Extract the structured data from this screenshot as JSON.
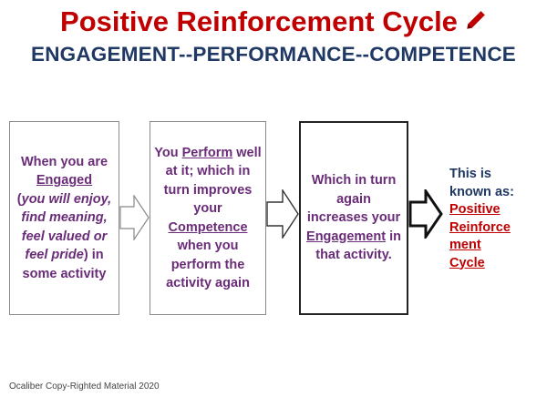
{
  "title": "Positive Reinforcement Cycle",
  "subtitle": "ENGAGEMENT--PERFORMANCE--COMPETENCE",
  "box1": {
    "t1": "When you are",
    "t2": "Engaged",
    "t3": "(",
    "t4": "you will enjoy, find meaning, feel valued or feel pride",
    "t5": ") in some activity"
  },
  "box2": {
    "t1": "You ",
    "t2": "Perform",
    "t3": " well at it; which in turn improves your ",
    "t4": "Competence",
    "t5": " when you perform the activity again"
  },
  "box3": {
    "t1": "Which in turn again increases your ",
    "t2": "Engagement",
    "t3": " in that activity."
  },
  "known": {
    "line1": "This is",
    "line2": "known as:",
    "r1": "Positive",
    "r2": "Reinforce",
    "r3": "ment",
    "r4": "Cycle"
  },
  "footer": "Ocaliber Copy-Righted Material 2020",
  "colors": {
    "title": "#c00000",
    "subtitle": "#1f3864",
    "box_text": "#6a2c78",
    "cycle_text": "#c00000"
  },
  "icons": [
    "pencil-icon",
    "arrow-right-icon"
  ]
}
